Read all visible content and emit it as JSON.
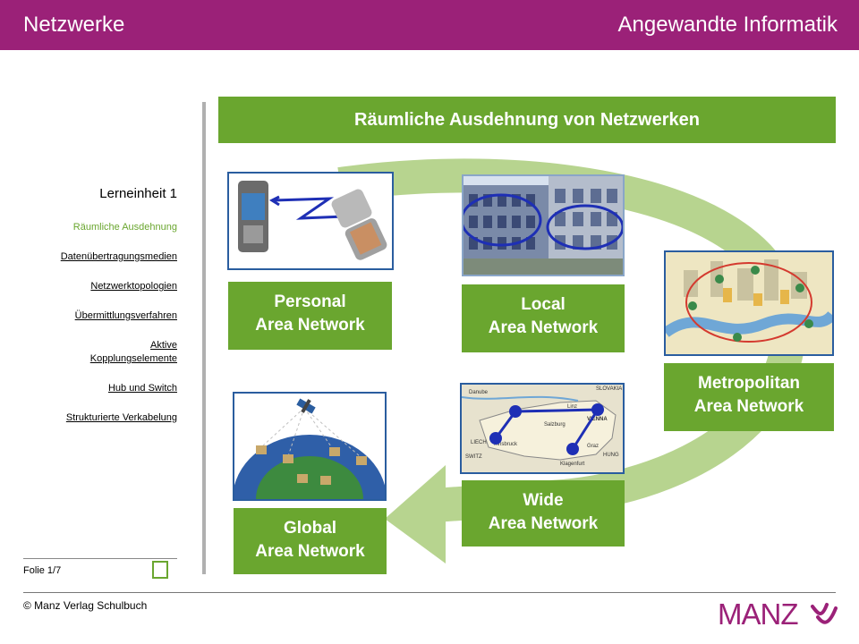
{
  "header": {
    "left_title": "Netzwerke",
    "right_title": "Angewandte Informatik"
  },
  "nav": {
    "heading": "Lerneinheit 1",
    "items": [
      "Räumliche Ausdehnung",
      "Datenübertragungsmedien",
      "Netzwerktopologien",
      "Übermittlungsverfahren",
      "Aktive Kopplungselemente",
      "Hub und Switch",
      "Strukturierte Verkabelung"
    ],
    "active_index": 0
  },
  "slide_title": "Räumliche Ausdehnung von Netzwerken",
  "networks": {
    "pan": {
      "line1": "Personal",
      "line2": "Area Network"
    },
    "lan": {
      "line1": "Local",
      "line2": "Area Network"
    },
    "man": {
      "line1": "Metropolitan",
      "line2": "Area Network"
    },
    "wan": {
      "line1": "Wide",
      "line2": "Area Network"
    },
    "gan": {
      "line1": "Global",
      "line2": "Area Network"
    }
  },
  "map_labels": {
    "danube": "Danube",
    "slovakia": "SLOVAKIA",
    "linz": "Linz",
    "salzburg": "Salzburg",
    "vienna": "VIENNA",
    "liech": "LIECH",
    "innsbruck": "Innsbruck",
    "graz": "Graz",
    "switz": "SWITZ",
    "klagenfurt": "Klagenfurt",
    "hung": "HUNG"
  },
  "footer": {
    "folie": "Folie 1/7",
    "copyright": "© Manz Verlag Schulbuch",
    "logo_text": "MANZ"
  },
  "colors": {
    "header": "#9b2178",
    "green": "#6aa62f",
    "arrow_green": "#b7d48f",
    "frame_blue": "#2a5d9f"
  }
}
